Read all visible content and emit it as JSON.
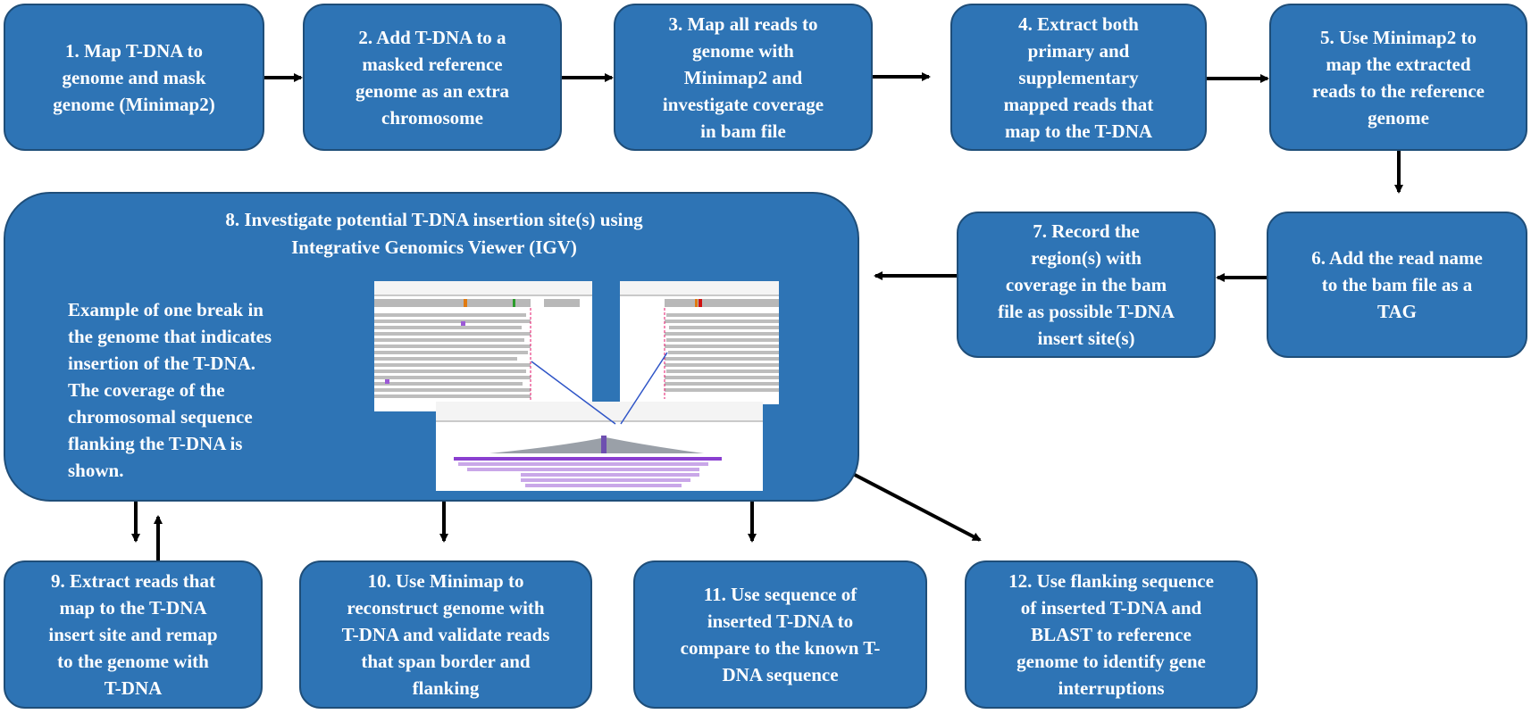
{
  "diagram": {
    "colors": {
      "box_fill": "#2e74b5",
      "box_border": "#1f4e79",
      "text": "#ffffff",
      "arrow": "#000000"
    },
    "steps": [
      {
        "id": "1",
        "label": "1. Map T-DNA to\ngenome and  mask\ngenome (Minimap2)"
      },
      {
        "id": "2",
        "label": "2. Add T-DNA to a\nmasked reference\ngenome as an extra\nchromosome"
      },
      {
        "id": "3",
        "label": "3. Map all reads to\ngenome with\nMinimap2 and\ninvestigate  coverage\nin bam file"
      },
      {
        "id": "4",
        "label": "4. Extract both\nprimary and\nsupplementary\nmapped reads that\nmap to the T-DNA"
      },
      {
        "id": "5",
        "label": "5. Use Minimap2 to\nmap the extracted\nreads to the reference\ngenome"
      },
      {
        "id": "6",
        "label": "6. Add the read name\nto the bam file as a\nTAG"
      },
      {
        "id": "7",
        "label": "7. Record the\nregion(s) with\ncoverage in the bam\nfile as possible T-DNA\ninsert site(s)"
      },
      {
        "id": "8",
        "label": "8. Investigate potential T-DNA insertion site(s) using\nIntegrative Genomics Viewer (IGV)",
        "example": "Example of one break in\nthe genome that indicates\ninsertion of the T-DNA.\nThe coverage of the\nchromosomal sequence\nflanking the T-DNA is\nshown."
      },
      {
        "id": "9",
        "label": "9. Extract reads that\nmap to the T-DNA\ninsert site and remap\nto the genome with\nT-DNA"
      },
      {
        "id": "10",
        "label": "10. Use Minimap to\nreconstruct genome with\nT-DNA and validate reads\nthat span border and\nflanking"
      },
      {
        "id": "11",
        "label": "11. Use sequence of\ninserted T-DNA to\ncompare to the known T-\nDNA sequence"
      },
      {
        "id": "12",
        "label": "12. Use flanking sequence\nof  inserted T-DNA and\nBLAST to reference\ngenome to identify gene\ninterruptions"
      }
    ],
    "edges": [
      {
        "from": "1",
        "to": "2"
      },
      {
        "from": "2",
        "to": "3"
      },
      {
        "from": "3",
        "to": "4"
      },
      {
        "from": "4",
        "to": "5"
      },
      {
        "from": "5",
        "to": "6"
      },
      {
        "from": "6",
        "to": "7"
      },
      {
        "from": "7",
        "to": "8"
      },
      {
        "from": "8",
        "to": "9"
      },
      {
        "from": "9",
        "to": "8"
      },
      {
        "from": "8",
        "to": "10"
      },
      {
        "from": "8",
        "to": "11"
      },
      {
        "from": "8",
        "to": "12"
      }
    ]
  }
}
